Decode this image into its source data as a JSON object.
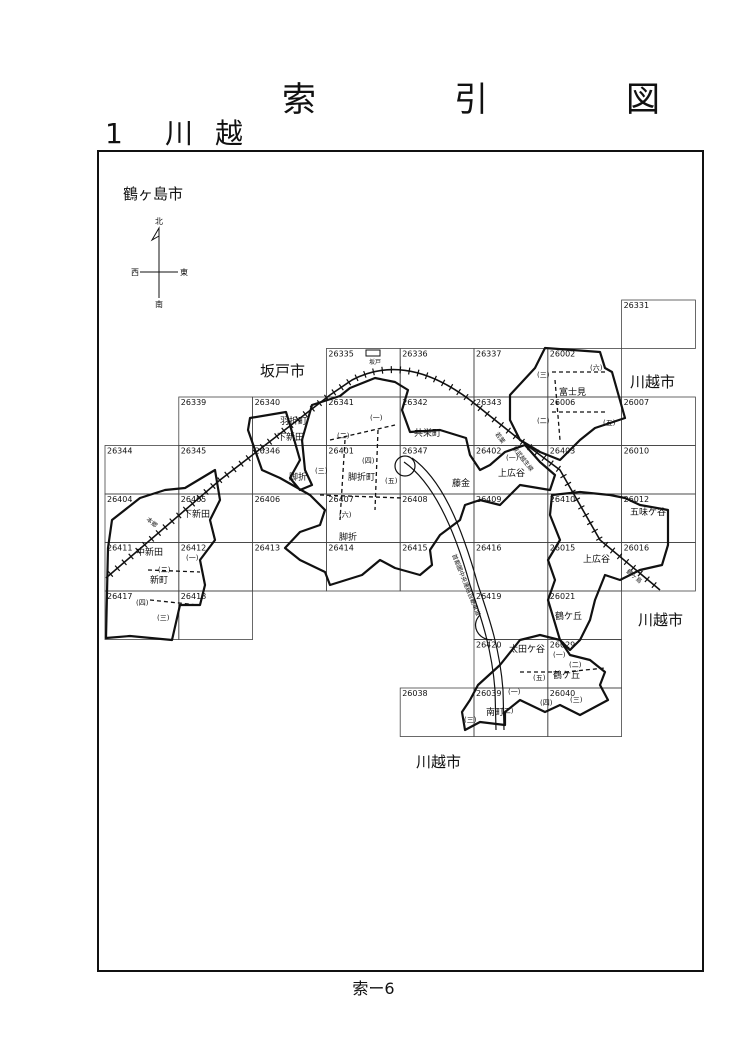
{
  "title": "索　引　図",
  "section": {
    "number": "1",
    "name": "川越"
  },
  "footer": "索ー6",
  "map": {
    "self_label": "鶴ヶ島市",
    "compass": {
      "n": "北",
      "s": "南",
      "e": "東",
      "w": "西"
    },
    "neighbor_cities": [
      "坂戸市",
      "川越市",
      "川越市",
      "川越市"
    ],
    "sheets": [
      "26331",
      "26335",
      "26336",
      "26337",
      "26002",
      "26339",
      "26340",
      "26341",
      "26342",
      "26343",
      "26006",
      "26007",
      "26344",
      "26345",
      "26346",
      "26401",
      "26347",
      "26402",
      "26403",
      "26010",
      "26404",
      "26405",
      "26406",
      "26407",
      "26408",
      "26409",
      "26410",
      "26012",
      "26411",
      "26412",
      "26413",
      "26414",
      "26415",
      "26416",
      "26015",
      "26016",
      "26417",
      "26418",
      "26419",
      "26021",
      "26420",
      "26029",
      "26038",
      "26039",
      "26040"
    ],
    "areas": [
      "羽折町",
      "下新田",
      "脚折",
      "脚折町",
      "共栄町",
      "藤金",
      "上広谷",
      "富士見",
      "五味ケ谷",
      "下新田",
      "中新田",
      "新町",
      "脚折",
      "上広谷",
      "鶴ケ丘",
      "太田ケ谷",
      "鶴ケ丘",
      "南町"
    ],
    "district_nums": [
      "(一)",
      "(二)",
      "(三)",
      "(四)",
      "(五)",
      "(六)"
    ],
    "small_labels": [
      "坂戸",
      "若葉",
      "東武越生線",
      "鶴ヶ島",
      "本郷",
      "首都圏中央連絡自動車道"
    ],
    "colors": {
      "ink": "#111111",
      "grid": "#444444"
    }
  }
}
